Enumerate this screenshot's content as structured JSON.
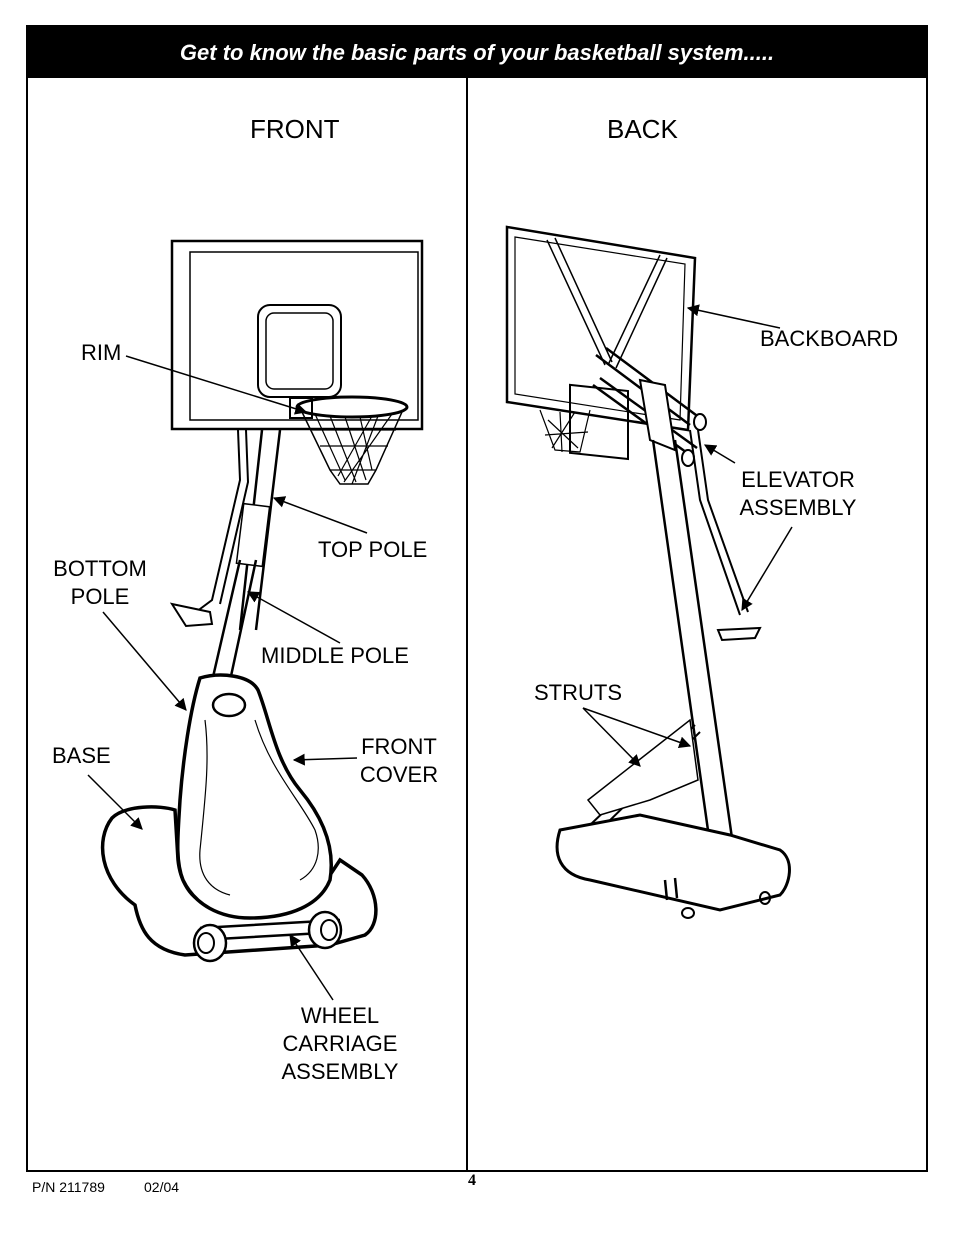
{
  "header": {
    "title": "Get to know the basic parts of your basketball system....."
  },
  "front": {
    "heading": "FRONT",
    "labels": {
      "rim": "RIM",
      "top_pole": "TOP POLE",
      "bottom_pole_1": "BOTTOM",
      "bottom_pole_2": "POLE",
      "middle_pole": "MIDDLE POLE",
      "base": "BASE",
      "front_cover_1": "FRONT",
      "front_cover_2": "COVER",
      "wheel_1": "WHEEL",
      "wheel_2": "CARRIAGE",
      "wheel_3": "ASSEMBLY"
    }
  },
  "back": {
    "heading": "BACK",
    "labels": {
      "backboard": "BACKBOARD",
      "elevator_1": "ELEVATOR",
      "elevator_2": "ASSEMBLY",
      "struts": "STRUTS"
    }
  },
  "footer": {
    "part_number": "P/N 211789",
    "date": "02/04",
    "page": "4"
  },
  "colors": {
    "header_bg": "#000000",
    "header_text": "#ffffff",
    "ink": "#000000"
  }
}
